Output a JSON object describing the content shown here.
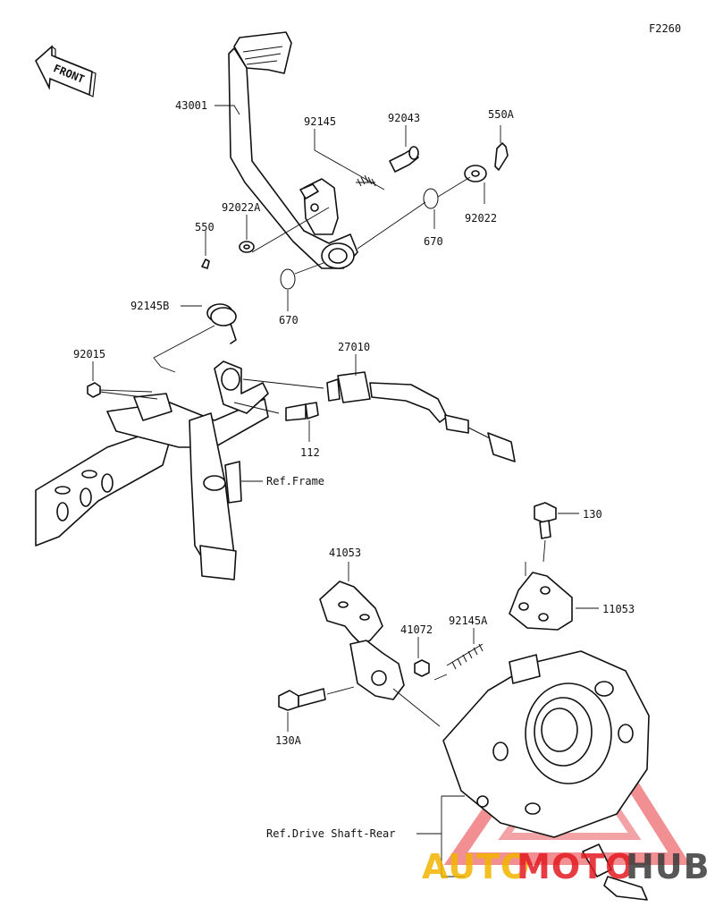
{
  "figure_code": "F2260",
  "front_label": "FRONT",
  "watermark": {
    "text_a": "AUTO",
    "text_b": "MOTO",
    "text_c": "HUB",
    "color_a": "#f2b400",
    "color_b": "#e31b23",
    "color_c": "#3a3a3a"
  },
  "labels": {
    "p43001": "43001",
    "p92145": "92145",
    "p92043": "92043",
    "p550A": "550A",
    "p92022A": "92022A",
    "p550": "550",
    "p92022": "92022",
    "p670a": "670",
    "p670b": "670",
    "p92145B": "92145B",
    "p92015": "92015",
    "p27010": "27010",
    "p112": "112",
    "ref_frame": "Ref.Frame",
    "p130": "130",
    "p41053": "41053",
    "p11053": "11053",
    "p41072": "41072",
    "p92145A": "92145A",
    "p130A": "130A",
    "ref_drive": "Ref.Drive Shaft-Rear"
  }
}
